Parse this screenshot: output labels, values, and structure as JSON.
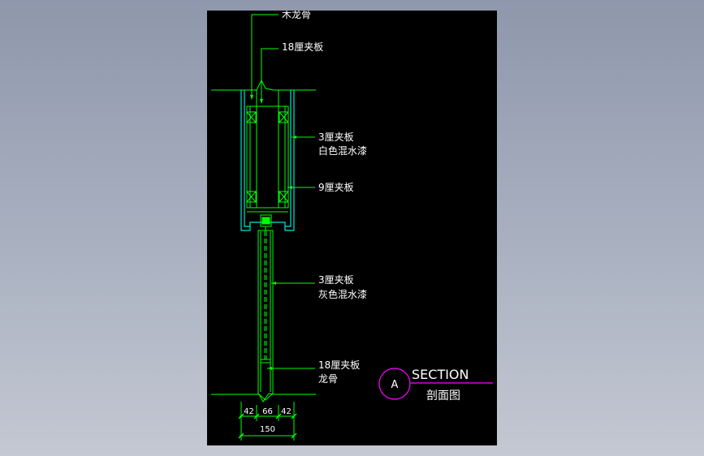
{
  "labels": {
    "wood_keel": "木龙骨",
    "ply18_top": "18厘夹板",
    "ply3_white": "3厘夹板",
    "paint_white": "白色混水漆",
    "ply9": "9厘夹板",
    "ply3_grey": "3厘夹板",
    "paint_grey": "灰色混水漆",
    "ply18_bottom": "18厘夹板",
    "keel": "龙骨"
  },
  "dimensions": {
    "left": "42",
    "middle": "66",
    "right": "42",
    "total": "150"
  },
  "section": {
    "letter": "A",
    "title": "SECTION",
    "subtitle": "剖面图"
  },
  "colors": {
    "background": "#000000",
    "outline": "#00ff00",
    "frame": "#00e5d5",
    "section_circle": "#ff00ff",
    "text": "#ffffff"
  }
}
